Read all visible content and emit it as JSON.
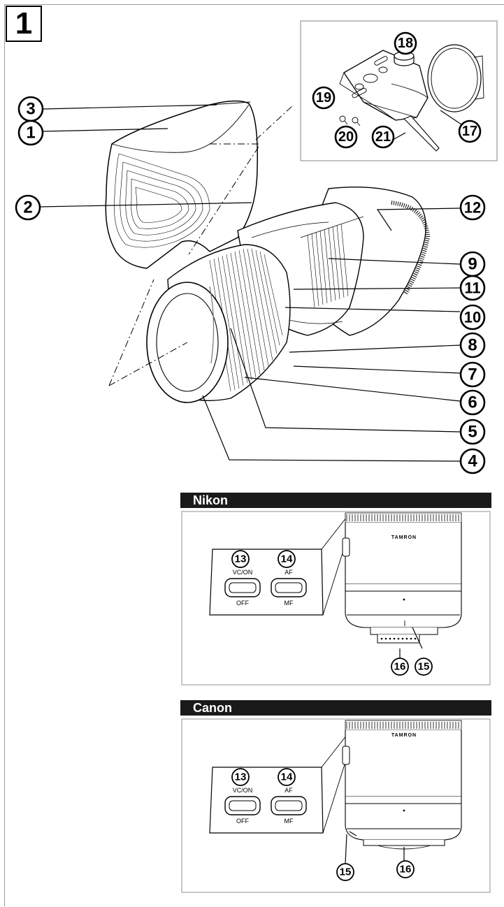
{
  "figure_number": "1",
  "callouts_main": [
    "1",
    "2",
    "3",
    "4",
    "5",
    "6",
    "7",
    "8",
    "9",
    "10",
    "11",
    "12"
  ],
  "callouts_inset": [
    "17",
    "18",
    "19",
    "20",
    "21"
  ],
  "nikon": {
    "title": "Nikon",
    "switch_labels": {
      "c13": "13",
      "c14": "14",
      "vc_on": "VC/ON",
      "off": "OFF",
      "af": "AF",
      "mf": "MF"
    },
    "brand_text": "TAMRON",
    "callouts": [
      "15",
      "16"
    ]
  },
  "canon": {
    "title": "Canon",
    "switch_labels": {
      "c13": "13",
      "c14": "14",
      "vc_on": "VC/ON",
      "off": "OFF",
      "af": "AF",
      "mf": "MF"
    },
    "brand_text": "TAMRON",
    "callouts": [
      "15",
      "16"
    ]
  }
}
